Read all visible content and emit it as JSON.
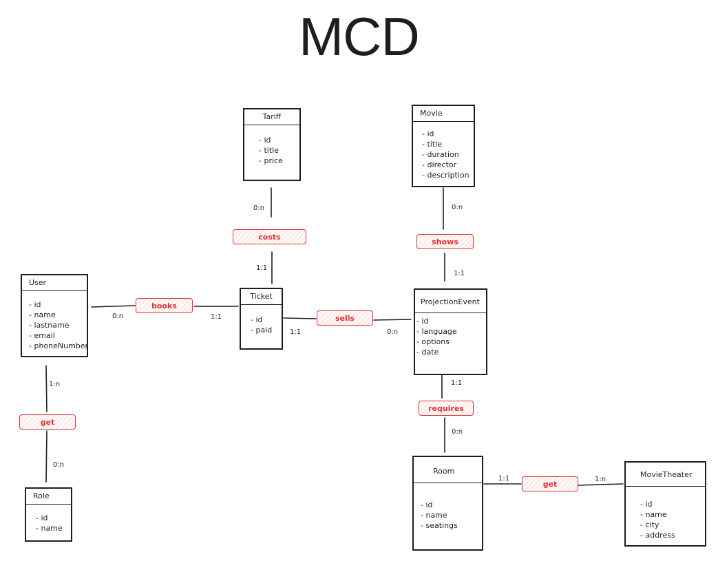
{
  "title": "MCD",
  "colors": {
    "stroke": "#1e1e1e",
    "relation": "#e03131",
    "relation_fill": "#ffe3e3"
  },
  "entities": {
    "tariff": {
      "name": "Tariff",
      "attributes": [
        "id",
        "title",
        "price"
      ]
    },
    "movie": {
      "name": "Movie",
      "attributes": [
        "id",
        "title",
        "duration",
        "director",
        "description"
      ]
    },
    "user": {
      "name": "User",
      "attributes": [
        "id",
        "name",
        "lastname",
        "email",
        "phoneNumber"
      ]
    },
    "ticket": {
      "name": "Ticket",
      "attributes": [
        "id",
        "paid"
      ]
    },
    "projection_event": {
      "name": "ProjectionEvent",
      "attributes": [
        "id",
        "language",
        "options",
        "date"
      ]
    },
    "role": {
      "name": "Role",
      "attributes": [
        "id",
        "name"
      ]
    },
    "room": {
      "name": "Room",
      "attributes": [
        "id",
        "name",
        "seatings"
      ]
    },
    "movie_theater": {
      "name": "MovieTheater",
      "attributes": [
        "id",
        "name",
        "city",
        "address"
      ]
    }
  },
  "relations": {
    "costs": "costs",
    "shows": "shows",
    "books": "books",
    "sells": "sells",
    "get_user_role": "get",
    "requires": "requires",
    "get_room_theater": "get"
  },
  "cardinalities": {
    "tariff_costs": "0:n",
    "ticket_costs": "1:1",
    "movie_shows": "0:n",
    "event_shows": "1:1",
    "user_books": "0:n",
    "ticket_books": "1:1",
    "ticket_sells": "1:1",
    "event_sells": "0:n",
    "user_get": "1:n",
    "role_get": "0:n",
    "event_requires": "1:1",
    "room_requires": "0:n",
    "room_get": "1:1",
    "theater_get": "1:n"
  }
}
